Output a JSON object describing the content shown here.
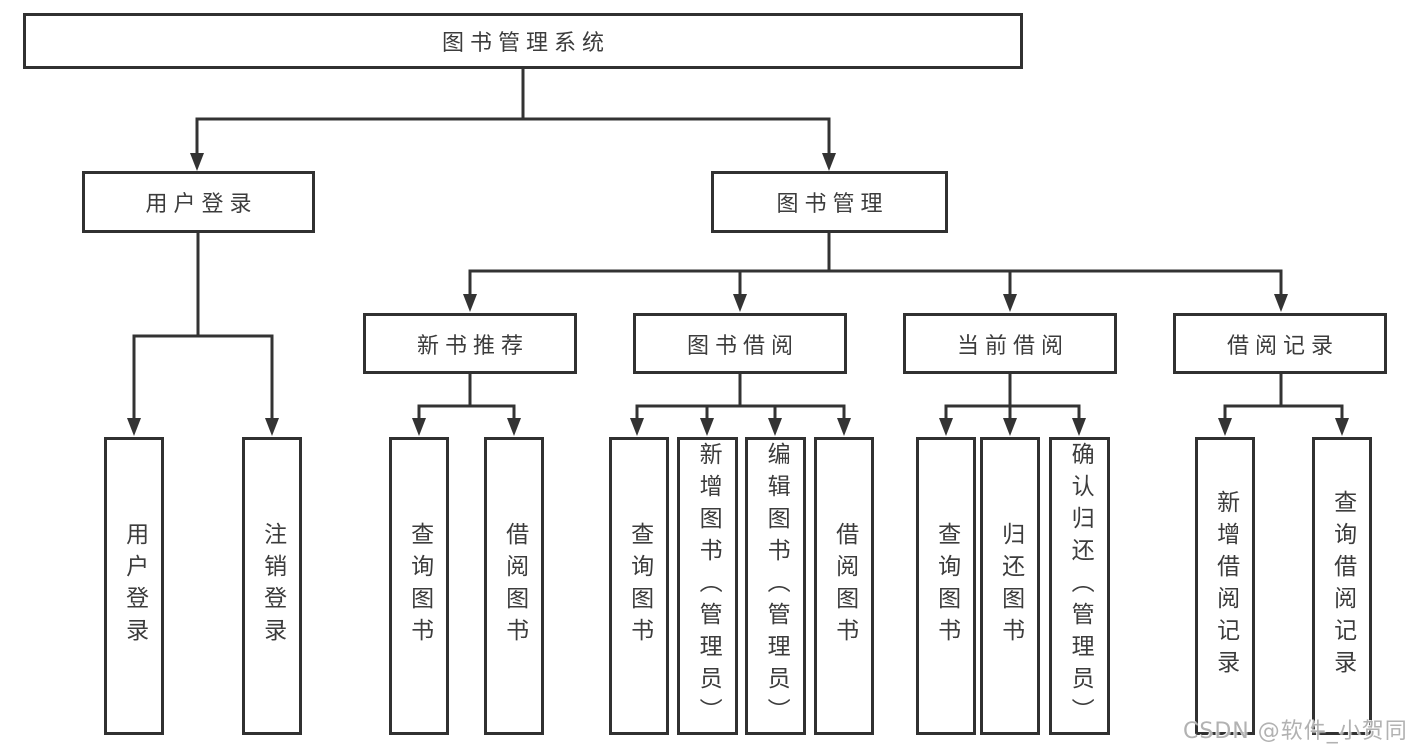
{
  "diagram": {
    "type": "hierarchy-tree",
    "colors": {
      "line": "#333333",
      "border": "#313131",
      "text": "#3c3c3c",
      "watermark": "#b2b2b2",
      "background": "#ffffff"
    },
    "tree": {
      "root": {
        "label": "图书管理系统"
      },
      "branches": [
        {
          "label": "用户登录",
          "children": [
            {
              "label": "用户登录"
            },
            {
              "label": "注销登录"
            }
          ]
        },
        {
          "label": "图书管理",
          "children": [
            {
              "label": "新书推荐",
              "children": [
                {
                  "label": "查询图书"
                },
                {
                  "label": "借阅图书"
                }
              ]
            },
            {
              "label": "图书借阅",
              "children": [
                {
                  "label": "查询图书"
                },
                {
                  "label": "新增图书（管理员）"
                },
                {
                  "label": "编辑图书（管理员）"
                },
                {
                  "label": "借阅图书"
                }
              ]
            },
            {
              "label": "当前借阅",
              "children": [
                {
                  "label": "查询图书"
                },
                {
                  "label": "归还图书"
                },
                {
                  "label": "确认归还（管理员）"
                }
              ]
            },
            {
              "label": "借阅记录",
              "children": [
                {
                  "label": "新增借阅记录"
                },
                {
                  "label": "查询借阅记录"
                }
              ]
            }
          ]
        }
      ]
    },
    "watermark": {
      "text": "CSDN @软件_小贺同学"
    }
  }
}
